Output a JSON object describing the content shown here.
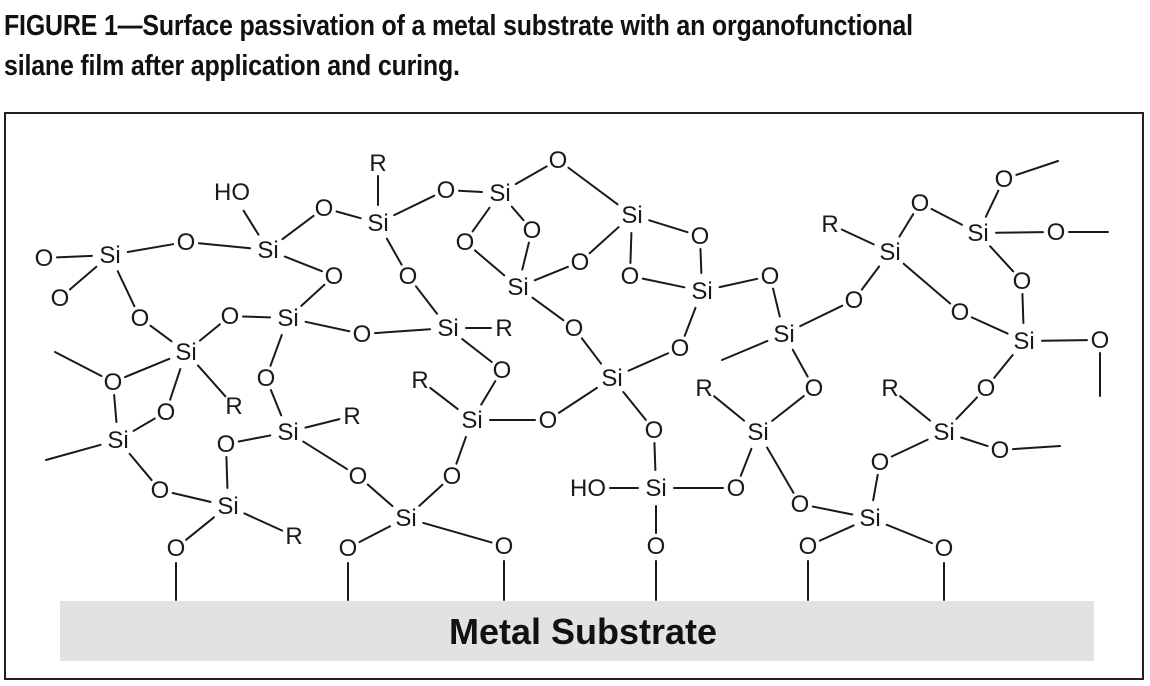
{
  "figure": {
    "caption": "FIGURE 1—Surface passivation of a metal substrate with an organofunctional silane film after application and curing."
  },
  "diagram": {
    "substrate_label": "Metal Substrate",
    "colors": {
      "substrate_fill": "#e2e2e2",
      "ink": "#1a1a1a"
    },
    "atom_labels": {
      "silicon": "Si",
      "oxygen": "O",
      "organic_group": "R",
      "hydroxyl": "HO"
    }
  }
}
